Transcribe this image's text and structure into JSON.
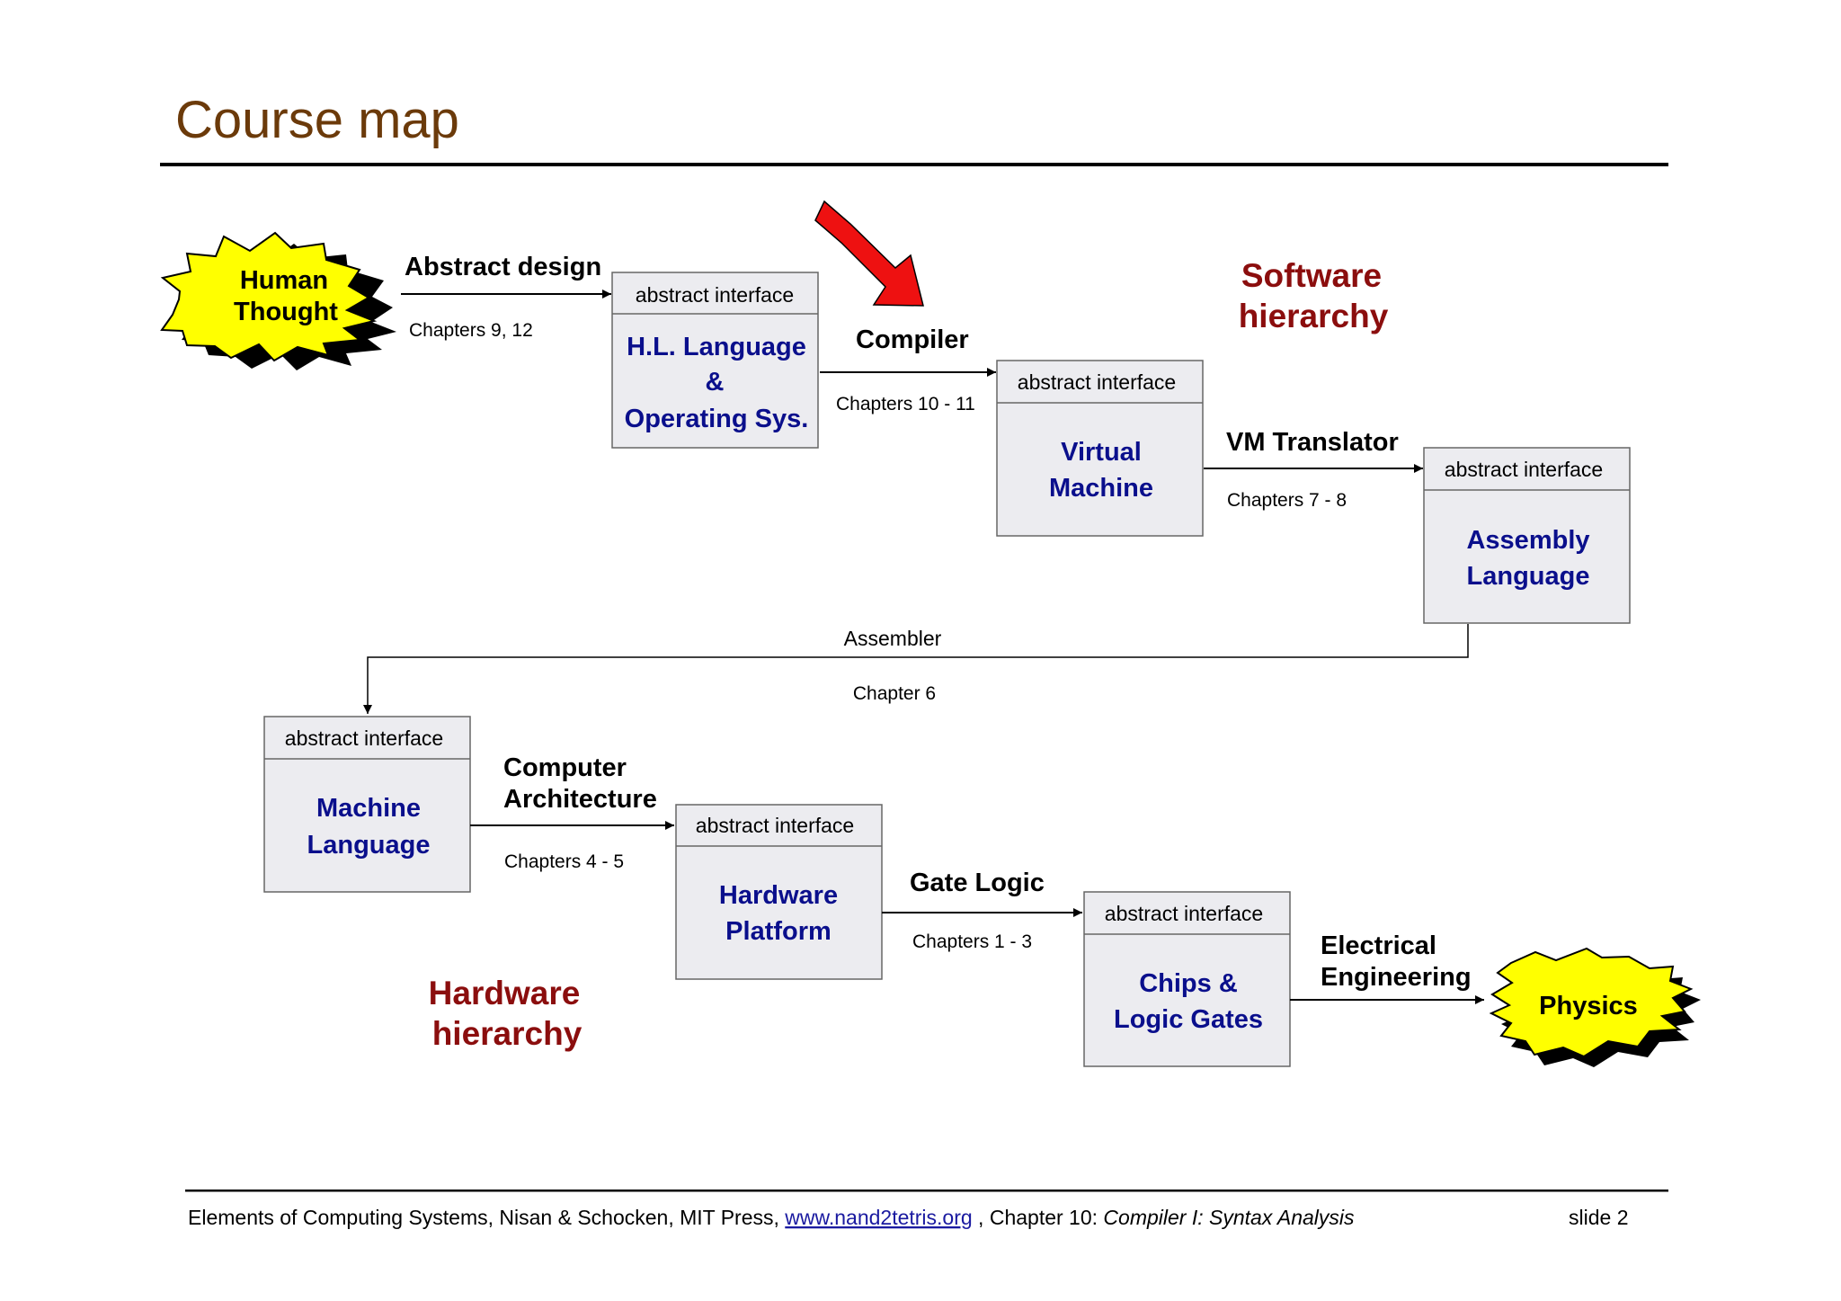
{
  "title": "Course map",
  "nodes": {
    "hl": {
      "header": "abstract interface",
      "lines": [
        "H.L. Language",
        "&",
        "Operating Sys."
      ]
    },
    "vm": {
      "header": "abstract interface",
      "lines": [
        "Virtual",
        "Machine"
      ]
    },
    "asm": {
      "header": "abstract interface",
      "lines": [
        "Assembly",
        "Language"
      ]
    },
    "ml": {
      "header": "abstract interface",
      "lines": [
        "Machine",
        "Language"
      ]
    },
    "hw": {
      "header": "abstract interface",
      "lines": [
        "Hardware",
        "Platform"
      ]
    },
    "chips": {
      "header": "abstract interface",
      "lines": [
        "Chips &",
        "Logic Gates"
      ]
    }
  },
  "stars": {
    "human": [
      "Human",
      "Thought"
    ],
    "physics": [
      "Physics"
    ]
  },
  "edges": {
    "abstract_design": {
      "label": "Abstract design",
      "chapters": "Chapters 9, 12"
    },
    "compiler": {
      "label": "Compiler",
      "chapters": "Chapters 10 - 11"
    },
    "vm_translator": {
      "label": "VM Translator",
      "chapters": "Chapters 7 - 8"
    },
    "assembler": {
      "label": "Assembler",
      "chapters": "Chapter 6"
    },
    "computer_architecture": {
      "lines": [
        "Computer",
        "Architecture"
      ],
      "chapters": "Chapters  4 - 5"
    },
    "gate_logic": {
      "label": "Gate Logic",
      "chapters": "Chapters  1 - 3"
    },
    "electrical_engineering": {
      "lines": [
        "Electrical",
        "Engineering"
      ]
    }
  },
  "hierarchies": {
    "software": [
      "Software",
      "hierarchy"
    ],
    "hardware": [
      "Hardware",
      "hierarchy"
    ]
  },
  "footer": {
    "source": "Elements of Computing Systems, Nisan & Schocken, MIT Press, ",
    "link": "www.nand2tetris.org",
    "chapter_prefix": " , Chapter 10: ",
    "chapter_title": "Compiler I: Syntax Analysis",
    "slide": "slide 2"
  },
  "colors": {
    "title": "#6b3a0a",
    "box_text": "#0a0f8c",
    "hierarchy": "#8b0e0e",
    "star_fill": "#ffff00",
    "pointer_arrow": "#ff0000",
    "box_fill": "#ececf0"
  }
}
